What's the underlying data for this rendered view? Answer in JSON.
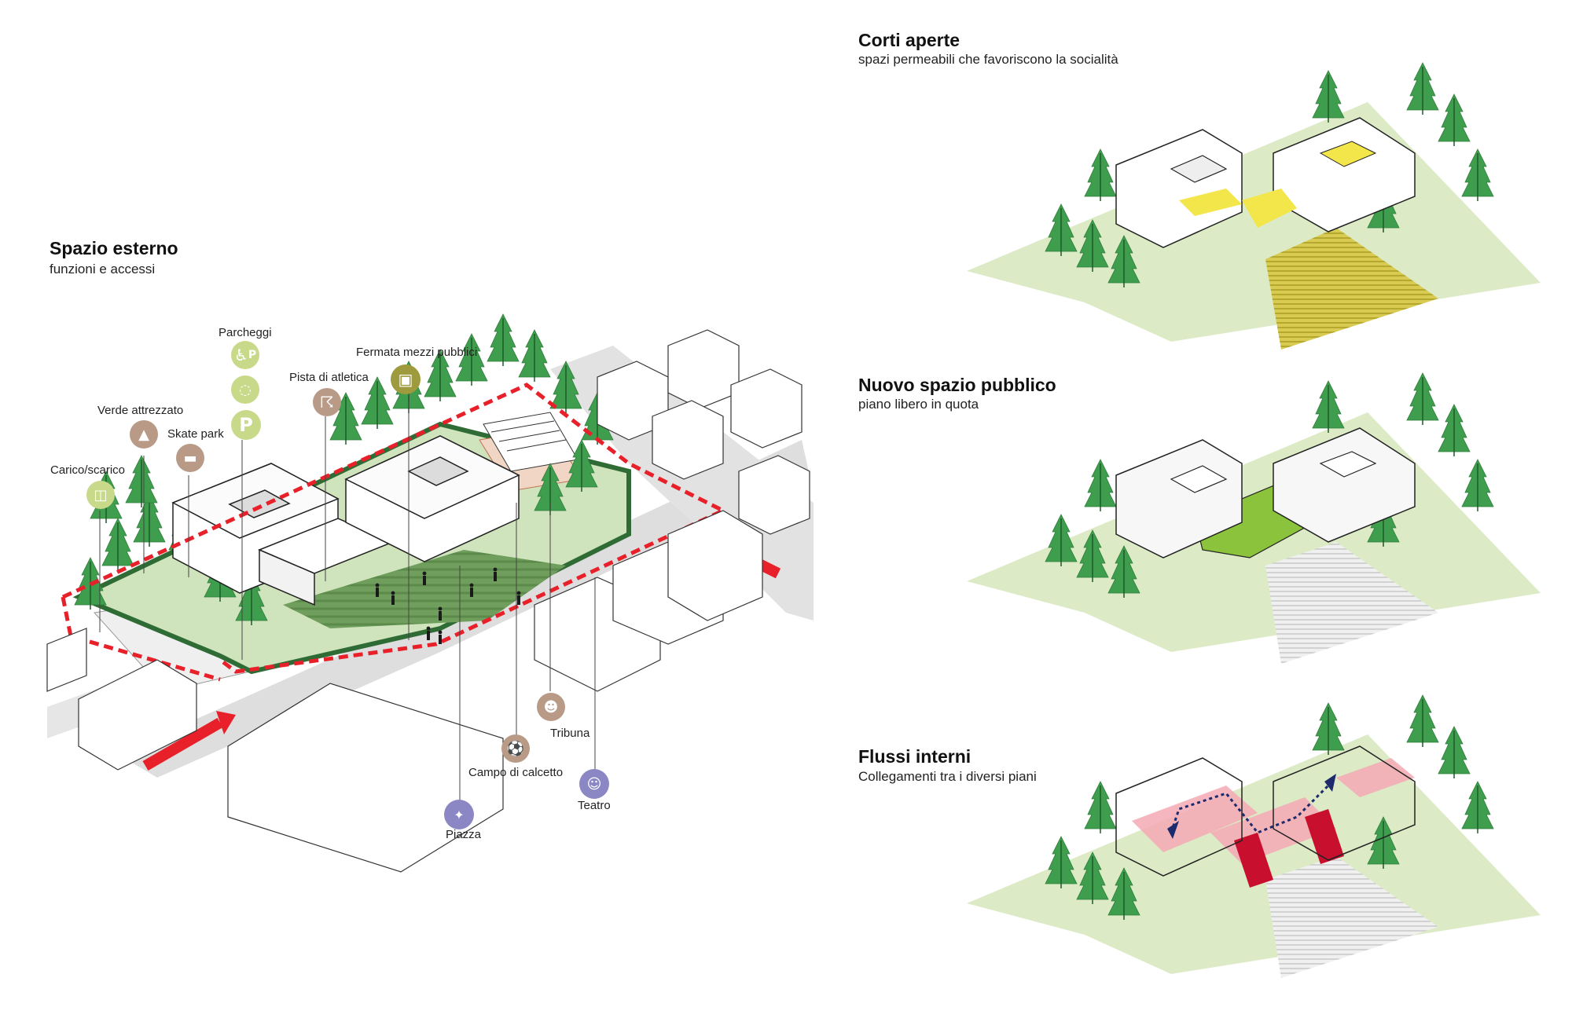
{
  "panels": {
    "main": {
      "title": "Spazio esterno",
      "subtitle": "funzioni e accessi"
    },
    "top": {
      "title": "Corti aperte",
      "subtitle": "spazi permeabili che favoriscono la socialità"
    },
    "middle": {
      "title": "Nuovo spazio pubblico",
      "subtitle": "piano libero in quota"
    },
    "bottom": {
      "title": "Flussi interni",
      "subtitle": "Collegamenti tra i diversi piani"
    }
  },
  "labels": {
    "parcheggi": "Parcheggi",
    "fermata": "Fermata mezzi pubblici",
    "pista": "Pista di atletica",
    "verde": "Verde attrezzato",
    "skate": "Skate park",
    "carico": "Carico/scarico",
    "tribuna": "Tribuna",
    "campo": "Campo di calcetto",
    "teatro": "Teatro",
    "piazza": "Piazza"
  },
  "icons": {
    "parking_glyph": "P",
    "disabled_parking": "wheelchair-parking-icon",
    "bike_parking": "bike-parking-icon",
    "car_parking": "parking-icon",
    "bus": "bus-icon",
    "runner": "runner-icon",
    "trees": "trees-icon",
    "skateboard": "skateboard-icon",
    "loading": "trolley-icon",
    "stands": "cheering-icon",
    "football": "football-icon",
    "theatre": "theatre-masks-icon",
    "crowd": "crowd-icon"
  },
  "colors": {
    "icon_green": "#c9d98a",
    "icon_brown": "#b89a87",
    "icon_olive": "#9e9a3e",
    "icon_purple": "#8b87c4",
    "lawn": "#dcebc6",
    "tree": "#3f9e4d",
    "boundary": "#e8202a",
    "court_yellow": "#f3e64a",
    "plaza_olive": "#c2b52f",
    "terrace_green": "#8cc33c",
    "flow_pink": "#f4a9b4",
    "flow_red": "#c8102e",
    "flow_navy": "#1d2a6b",
    "road": "#d9d9d9"
  }
}
